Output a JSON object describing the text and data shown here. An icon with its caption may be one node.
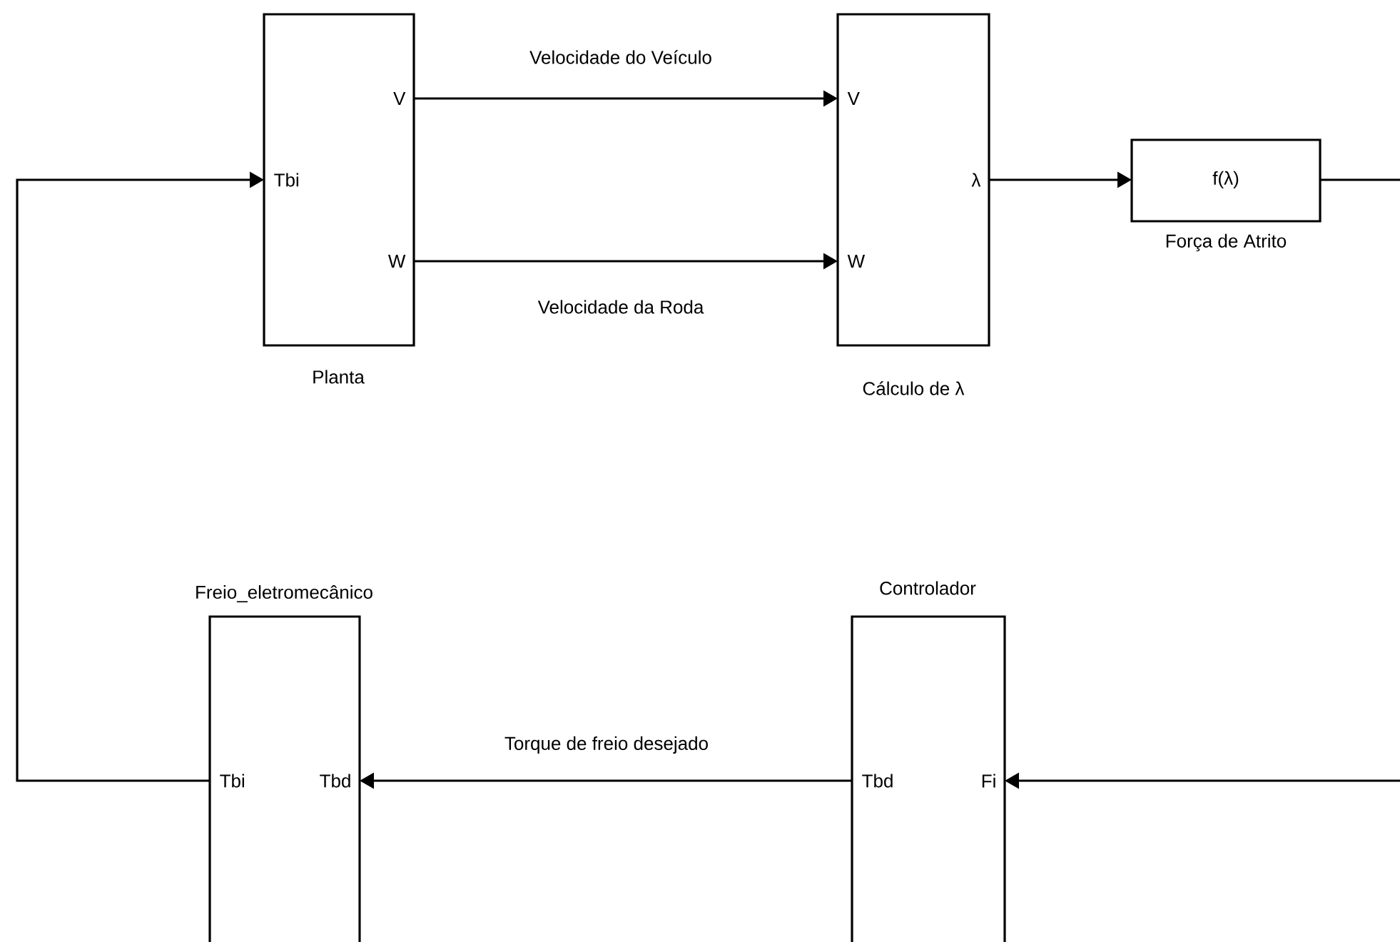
{
  "diagram": {
    "nodes": [
      {
        "text": [
          "Tbi",
          "V",
          "W",
          "Planta"
        ]
      },
      {
        "text": [
          "V",
          "W",
          "λ",
          "Cálculo de λ"
        ]
      },
      {
        "text": [
          "f(λ)",
          "Força de Atrito"
        ]
      },
      {
        "text": [
          "Freio_eletromecânico",
          "Tbi",
          "Tbd"
        ]
      },
      {
        "text": [
          "Controlador",
          "Tbd",
          "Fi"
        ]
      }
    ],
    "edges": [
      {
        "from": 0,
        "to": 1,
        "arrow": "to",
        "label": "Velocidade do Veículo"
      },
      {
        "from": 0,
        "to": 1,
        "arrow": "to",
        "label": "Velocidade da Roda"
      },
      {
        "from": 1,
        "to": 2,
        "arrow": "to"
      },
      {
        "from": 2,
        "to": null,
        "arrow": "none"
      },
      {
        "from": null,
        "to": 4,
        "arrow": "to"
      },
      {
        "from": 4,
        "to": 3,
        "arrow": "to",
        "label": "Torque de freio desejado"
      },
      {
        "from": 3,
        "to": 0,
        "arrow": "to"
      }
    ]
  }
}
